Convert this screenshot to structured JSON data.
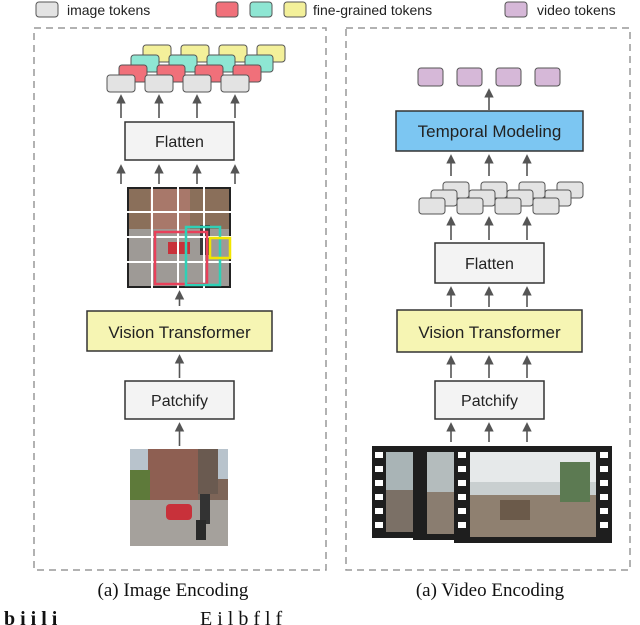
{
  "legend": {
    "image_tokens": "image tokens",
    "fine_grained_tokens": "fine-grained tokens",
    "video_tokens": "video tokens"
  },
  "image_panel": {
    "flatten": "Flatten",
    "vision_transformer": "Vision Transformer",
    "patchify": "Patchify",
    "caption": "(a) Image Encoding"
  },
  "video_panel": {
    "temporal_modeling": "Temporal Modeling",
    "flatten": "Flatten",
    "vision_transformer": "Vision Transformer",
    "patchify": "Patchify",
    "caption": "(a) Video Encoding"
  },
  "bottom_text": {
    "left": "b i i    l i",
    "right": "E i                                  l  b    f    l f"
  },
  "colors": {
    "image_token": "#e3e3e3",
    "red_token": "#f0707a",
    "cyan_token": "#8ee6d3",
    "yellow_token": "#f3f09a",
    "video_token": "#d6b8d8",
    "vit_box": "#f6f5b3",
    "temporal_box": "#7cc6f2"
  }
}
